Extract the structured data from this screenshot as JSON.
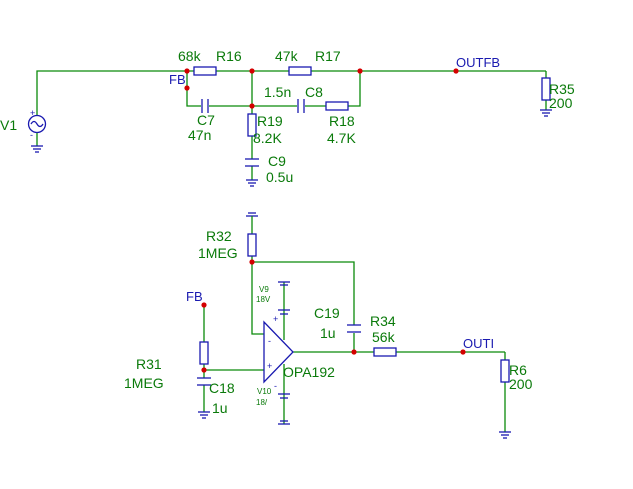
{
  "components": {
    "v1": "V1",
    "r16": {
      "ref": "R16",
      "value": "68k"
    },
    "r17": {
      "ref": "R17",
      "value": "47k"
    },
    "r35": {
      "ref": "R35",
      "value": "200"
    },
    "c7": {
      "ref": "C7",
      "value": "47n"
    },
    "c8": {
      "ref": "C8",
      "value": "1.5n"
    },
    "r19": {
      "ref": "R19",
      "value": "8.2K"
    },
    "r18": {
      "ref": "R18",
      "value": "4.7K"
    },
    "c9": {
      "ref": "C9",
      "value": "0.5u"
    },
    "r32": {
      "ref": "R32",
      "value": "1MEG"
    },
    "v9": {
      "ref": "V9",
      "value": "18V"
    },
    "v10": {
      "ref": "V10",
      "value": "18/"
    },
    "c19": {
      "ref": "C19",
      "value": "1u"
    },
    "r34": {
      "ref": "R34",
      "value": "56k"
    },
    "r31": {
      "ref": "R31",
      "value": "1MEG"
    },
    "c18": {
      "ref": "C18",
      "value": "1u"
    },
    "opamp": "OPA192",
    "r6": {
      "ref": "R6",
      "value": "200"
    }
  },
  "nets": {
    "fb_top": "FB",
    "fb_bottom": "FB",
    "outfb": "OUTFB",
    "outi": "OUTI"
  },
  "pins": {
    "v1_plus": "+",
    "v1_minus": "-",
    "opamp_inv": "-",
    "opamp_noninv": "+",
    "v9_plus": "+",
    "v10_minus": "-"
  },
  "colors": {
    "wire": "#0a8a0a",
    "component": "#1a1ab0",
    "junction": "#d40000",
    "label": "#0a7a0a"
  }
}
